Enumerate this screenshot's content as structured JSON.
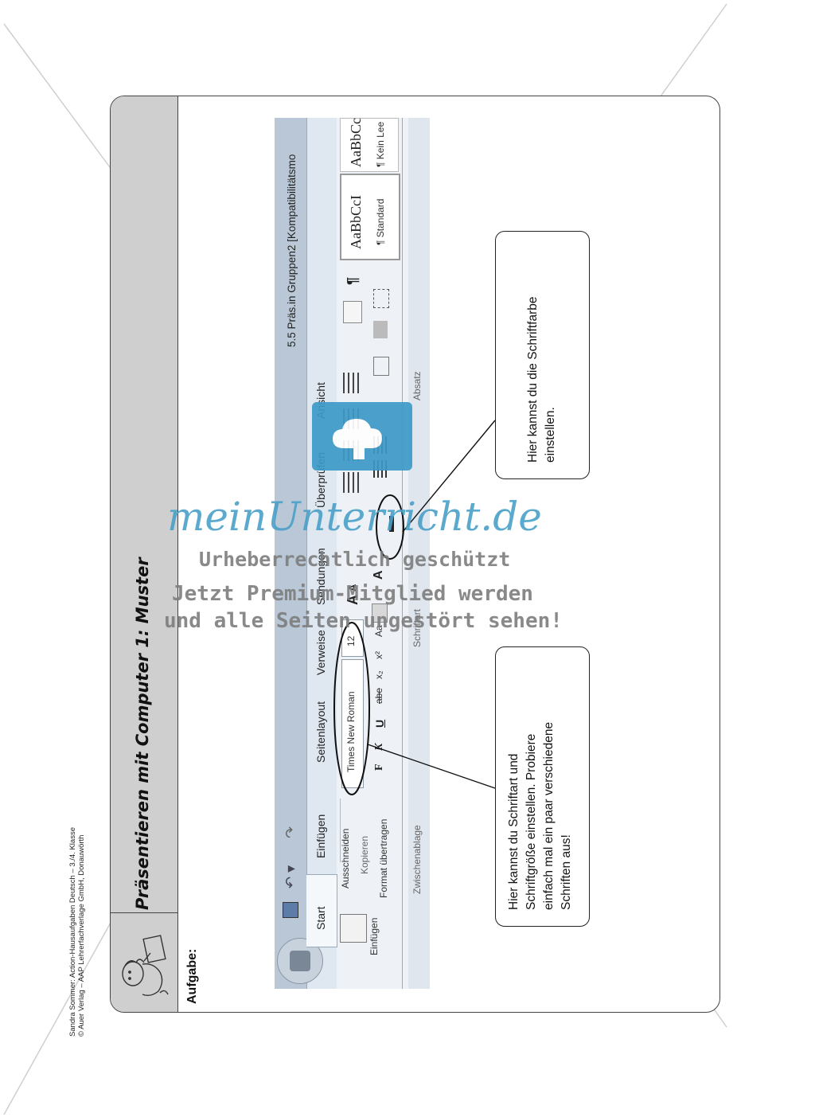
{
  "credit": {
    "line1": "Sandra Sommer: Action-Hausaufgaben Deutsch – 3./4. Klasse",
    "line2": "© Auer Verlag – AAP Lehrerfachverlage GmbH, Donauwörth"
  },
  "worksheet": {
    "title": "Präsentieren mit Computer 1: Muster",
    "task_label": "Aufgabe:"
  },
  "word_ribbon": {
    "window_title": "5.5 Präs.in Gruppen2 [Kompatibilitätsmo",
    "tabs": [
      "Start",
      "Einfügen",
      "Seitenlayout",
      "Verweise",
      "Sendungen",
      "Überprüfen",
      "Ansicht"
    ],
    "clipboard": {
      "paste": "Einfügen",
      "cut": "Ausschneiden",
      "copy": "Kopieren",
      "format_painter": "Format übertragen",
      "group_label": "Zwischenablage"
    },
    "font": {
      "font_name": "Times New Roman",
      "font_size": "12",
      "bold": "F",
      "italic": "K",
      "underline": "U",
      "strike": "abe",
      "subscript": "x₂",
      "superscript": "x²",
      "text_effects": "Aa",
      "grow": "A",
      "shrink": "A",
      "font_color": "A",
      "group_label": "Schriftart"
    },
    "paragraph": {
      "group_label": "Absatz",
      "pilcrow": "¶"
    },
    "styles": [
      {
        "preview": "AaBbCcI",
        "name": "¶ Standard"
      },
      {
        "preview": "AaBbCc",
        "name": "¶ Kein Lee"
      }
    ]
  },
  "callouts": {
    "font_color": "Hier kannst du die Schriftfarbe einstellen.",
    "font_color_lines": [
      "Hier kannst du die Schriftfarbe",
      "einstellen."
    ],
    "font_type_lines": [
      "Hier kannst du Schriftart und",
      "Schriftgröße einstellen. Probiere",
      "einfach mal ein paar verschiedene",
      "Schriften aus!"
    ]
  },
  "watermark": {
    "brand": "meinUnterricht.de",
    "line1": "Urheberrechtlich geschützt",
    "line2": "Jetzt Premium-Mitglied werden",
    "line3": "und alle Seiten ungestört sehen!"
  },
  "colors": {
    "watermark_blue": "#3d9ac7",
    "sidebar_grey": "#cfcfcf",
    "ribbon_bg": "#e9eef4"
  }
}
